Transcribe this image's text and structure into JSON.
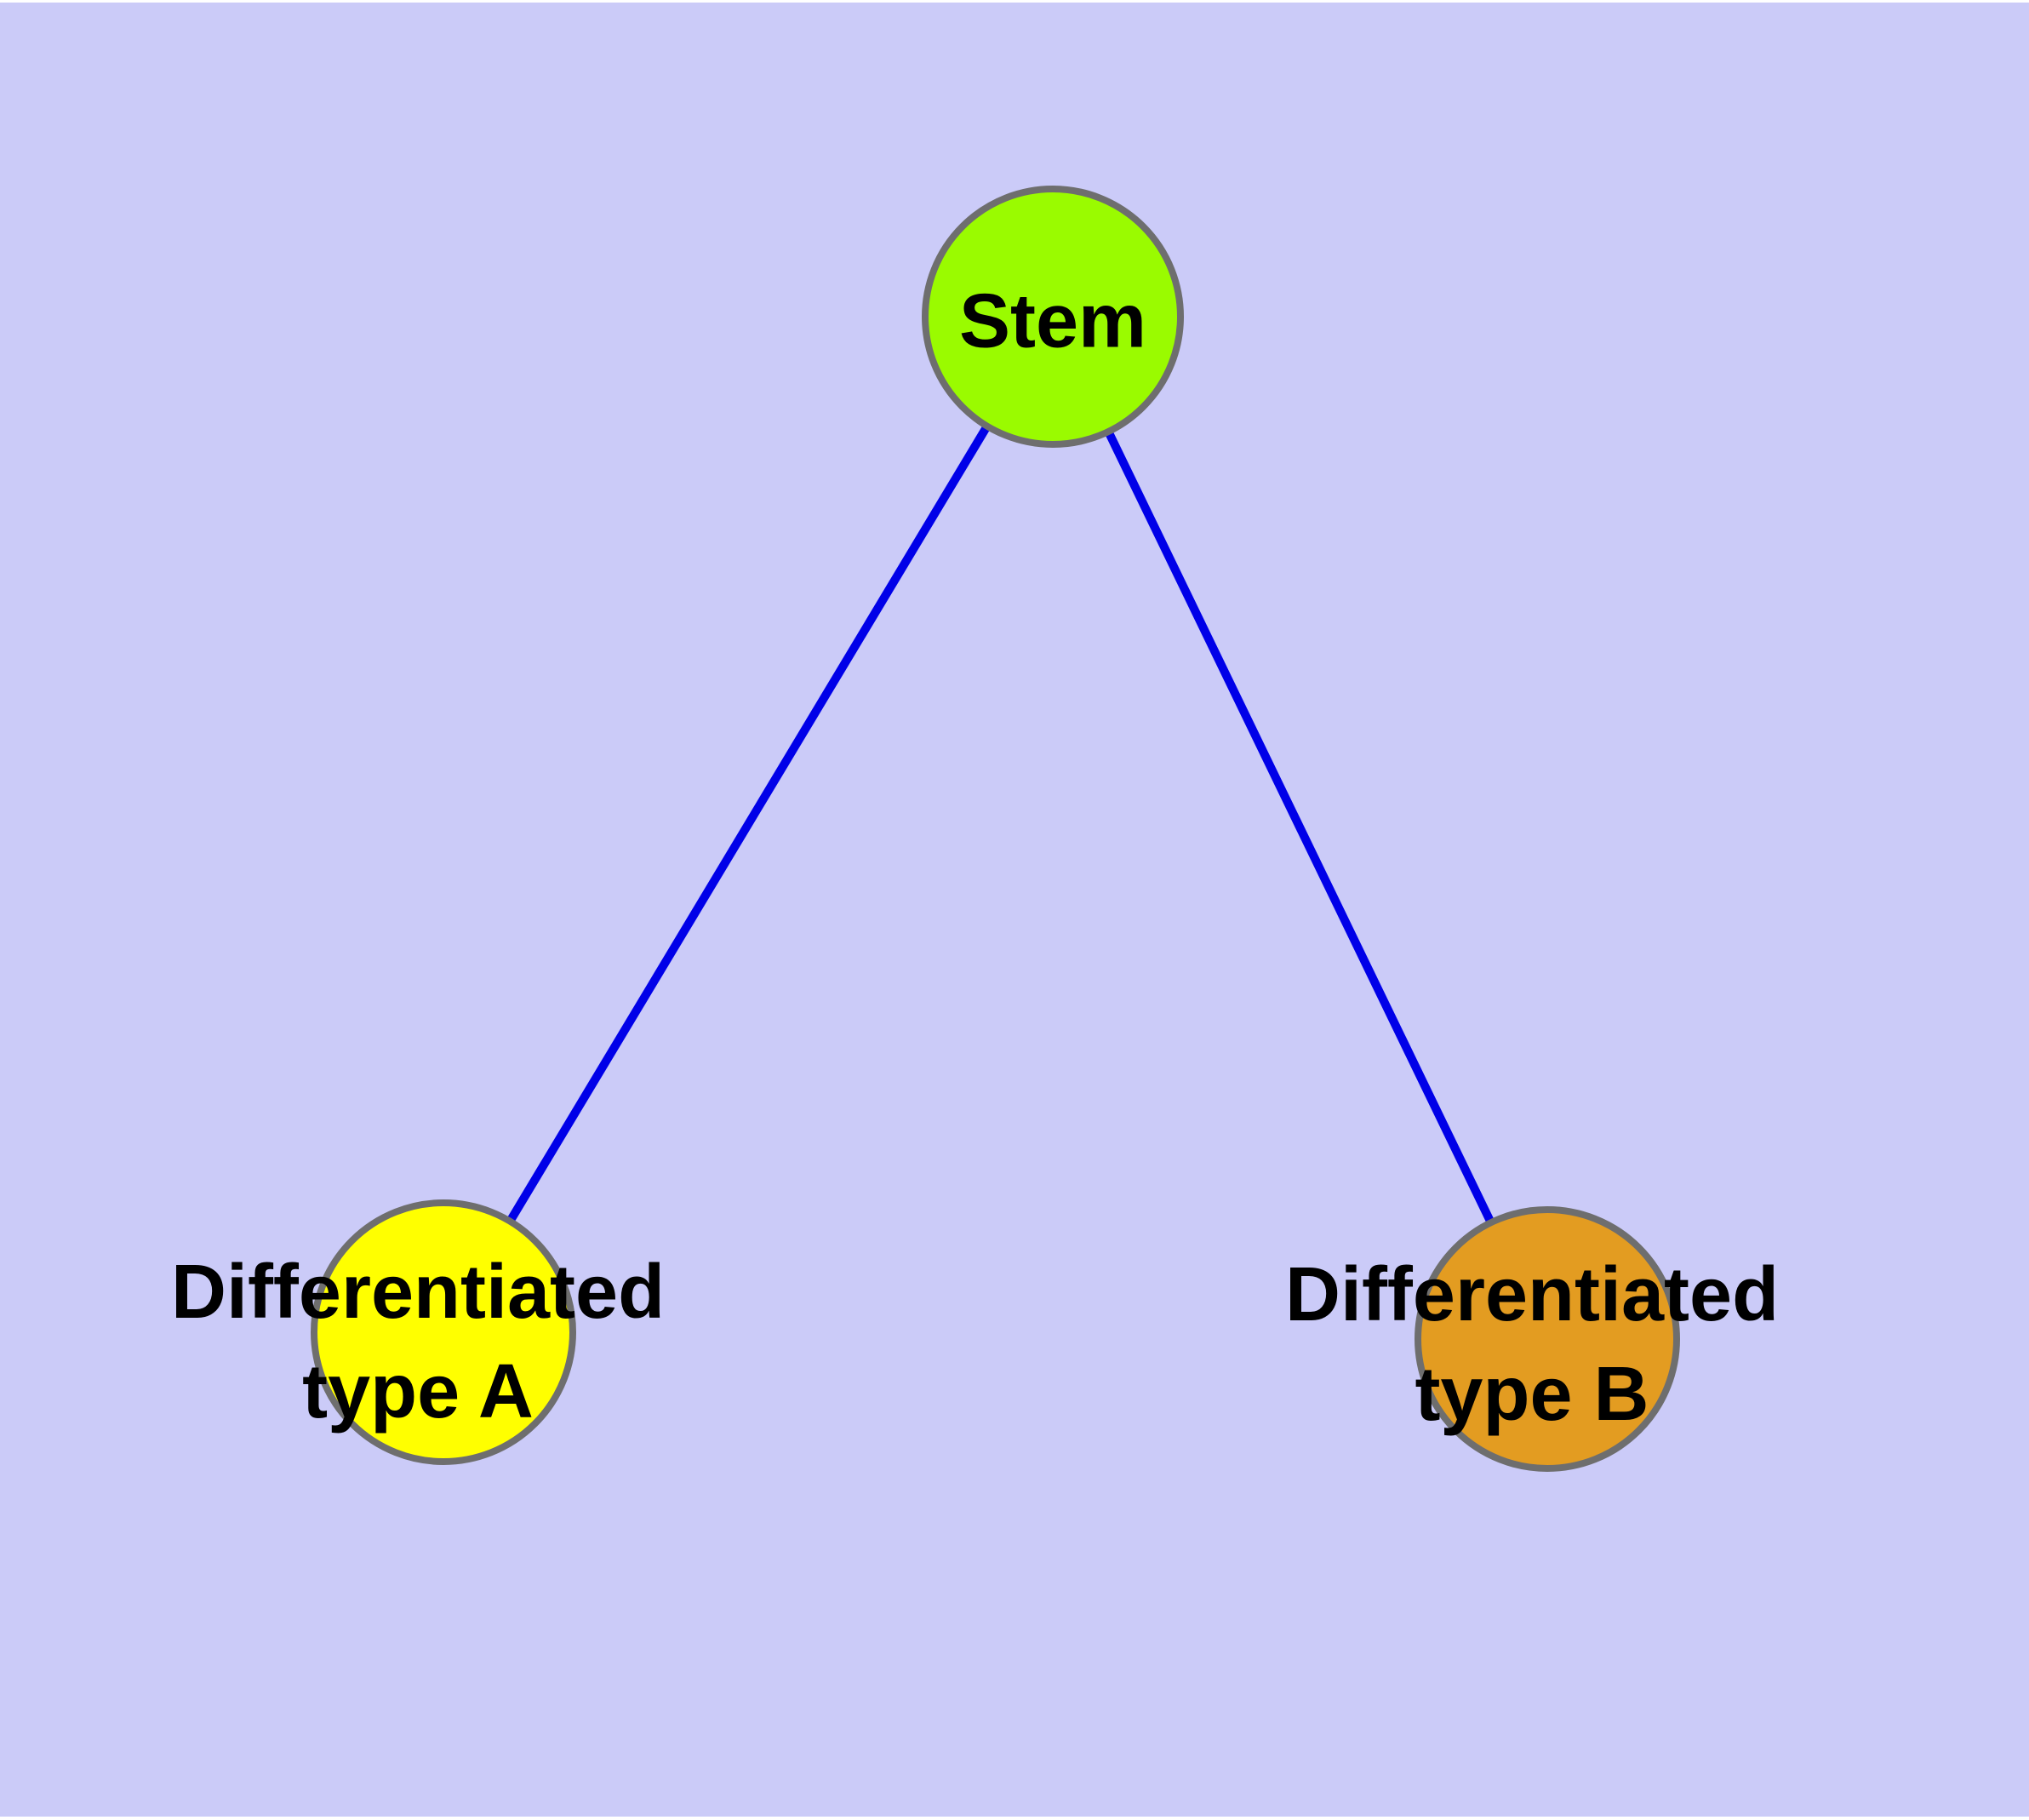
{
  "diagram": {
    "background_color": "#cbcbf8",
    "edge_color": "#0000e8",
    "node_border_color": "#6e6e6e",
    "label_color": "#000000",
    "nodes": {
      "stem": {
        "label": "Stem",
        "fill": "#9afb00"
      },
      "type_a": {
        "label_line1": "Differentiated",
        "label_line2": "type A",
        "fill": "#ffff00"
      },
      "type_b": {
        "label_line1": "Differentiated",
        "label_line2": "type B",
        "fill": "#e39c21"
      }
    },
    "edges": [
      {
        "from": "Stem",
        "to": "Differentiated type A"
      },
      {
        "from": "Stem",
        "to": "Differentiated type B"
      }
    ]
  }
}
